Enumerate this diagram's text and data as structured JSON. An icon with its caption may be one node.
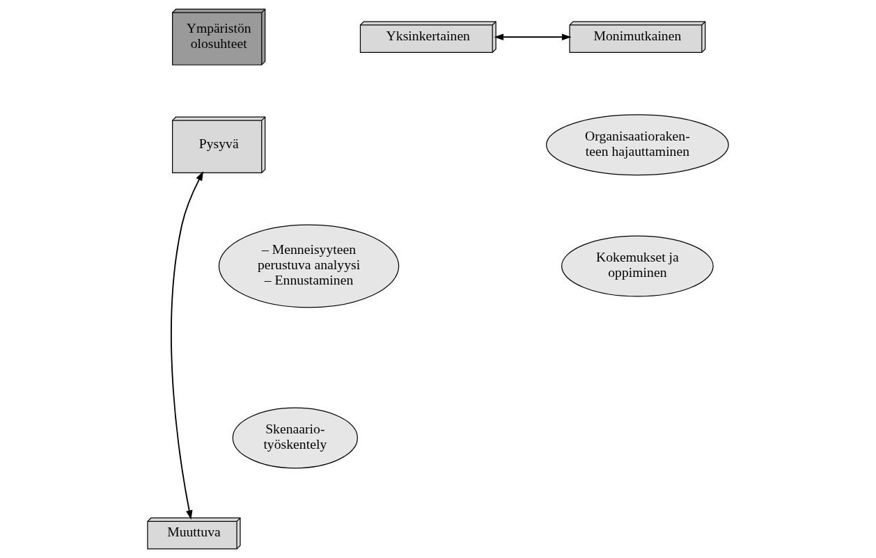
{
  "diagram": {
    "nodes": [
      {
        "text": [
          "Ympäristön olosuhteet"
        ]
      },
      {
        "text": [
          "Yksinkertainen"
        ]
      },
      {
        "text": [
          "Monimutkainen"
        ]
      },
      {
        "text": [
          "Pysyvä"
        ]
      },
      {
        "text": [
          "Muuttuva"
        ]
      },
      {
        "text": [
          "– Menneisyyteen perustuva analyysi",
          "– Ennustaminen"
        ]
      },
      {
        "text": [
          "Organisaatioraken- teen hajauttaminen"
        ]
      },
      {
        "text": [
          "Kokemukset ja oppiminen"
        ]
      },
      {
        "text": [
          "Skenaario- työskentely"
        ]
      }
    ],
    "edges": [
      {
        "from": 1,
        "to": 2,
        "arrow": "both"
      },
      {
        "from": 3,
        "to": 4,
        "arrow": "both"
      }
    ]
  }
}
